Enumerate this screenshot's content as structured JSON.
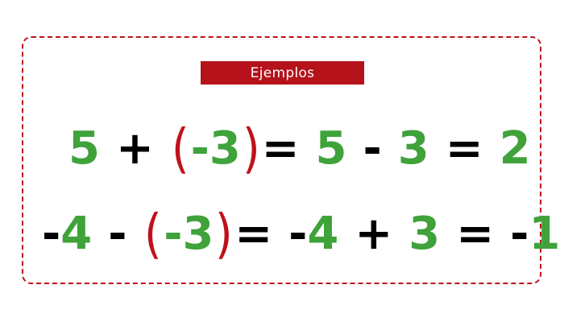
{
  "title": "Ejemplos",
  "colors": {
    "frame": "#c0121c",
    "badge": "#b5121b",
    "number": "#3fa23a",
    "operator": "#000000",
    "parenthesis": "#c0121c"
  },
  "equations": [
    {
      "tokens": [
        "5",
        "+",
        "(",
        "-",
        "3",
        ")",
        "=",
        "5",
        "-",
        "3",
        "=",
        "2"
      ]
    },
    {
      "tokens": [
        "-",
        "4",
        "-",
        "(",
        "-",
        "3",
        ")",
        "=",
        "-",
        "4",
        "+",
        "3",
        "=",
        "-",
        "1"
      ]
    }
  ]
}
